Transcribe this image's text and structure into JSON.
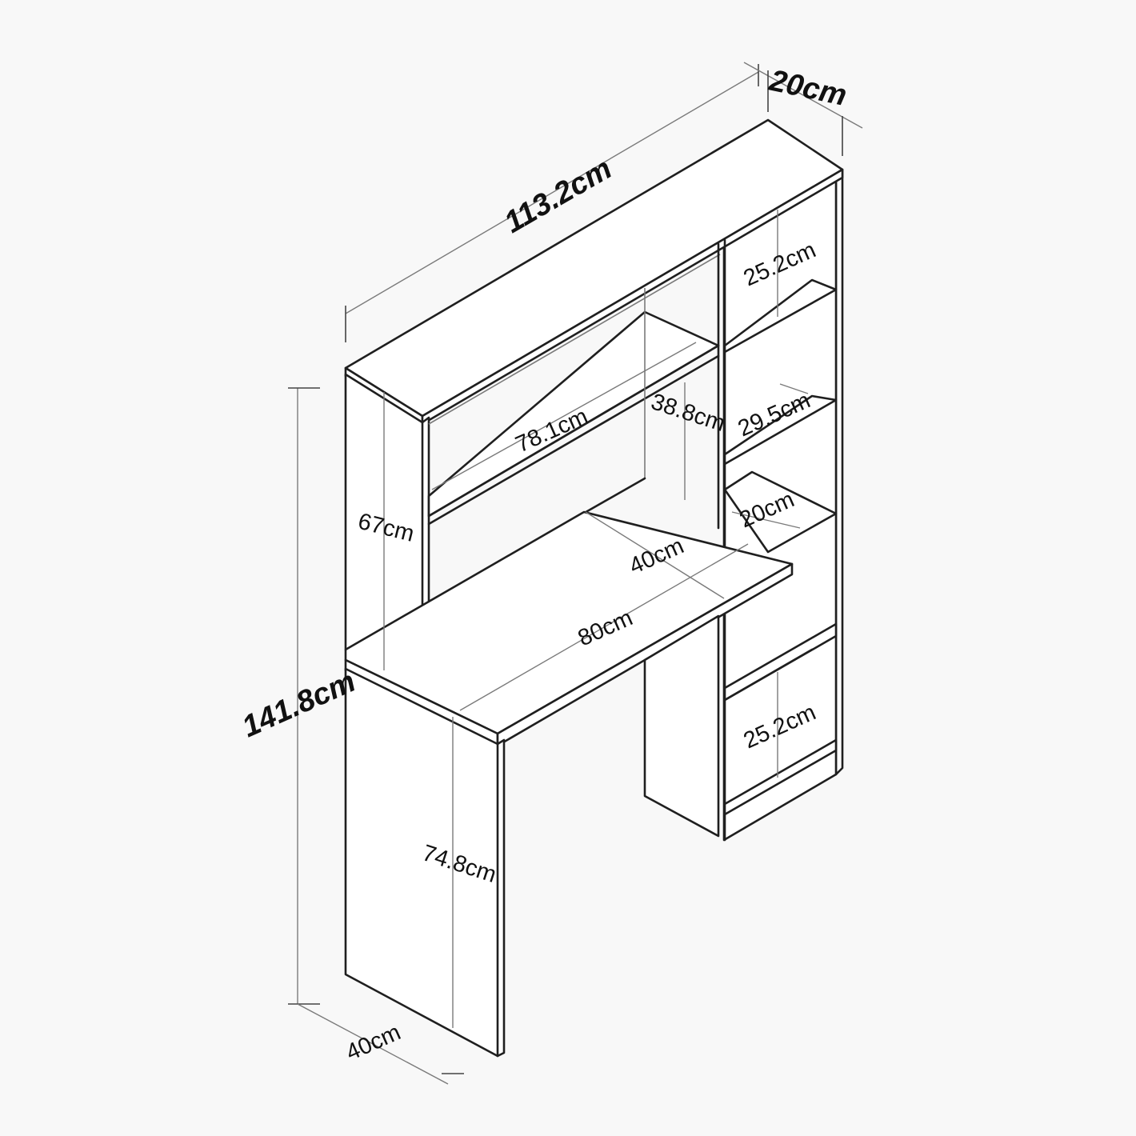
{
  "dimensions": {
    "overall_width": "113.2cm",
    "overall_depth": "20cm",
    "overall_height": "141.8cm",
    "hutch_height": "67cm",
    "hutch_shelf_width": "78.1cm",
    "hutch_opening_height": "38.8cm",
    "cubby_top_height": "25.2cm",
    "cubby_mid_height": "29.5cm",
    "cubby_depth": "20cm",
    "desk_depth": "40cm",
    "desk_width": "80cm",
    "lower_cubby_height": "25.2cm",
    "leg_height": "74.8cm",
    "leg_depth": "40cm"
  }
}
